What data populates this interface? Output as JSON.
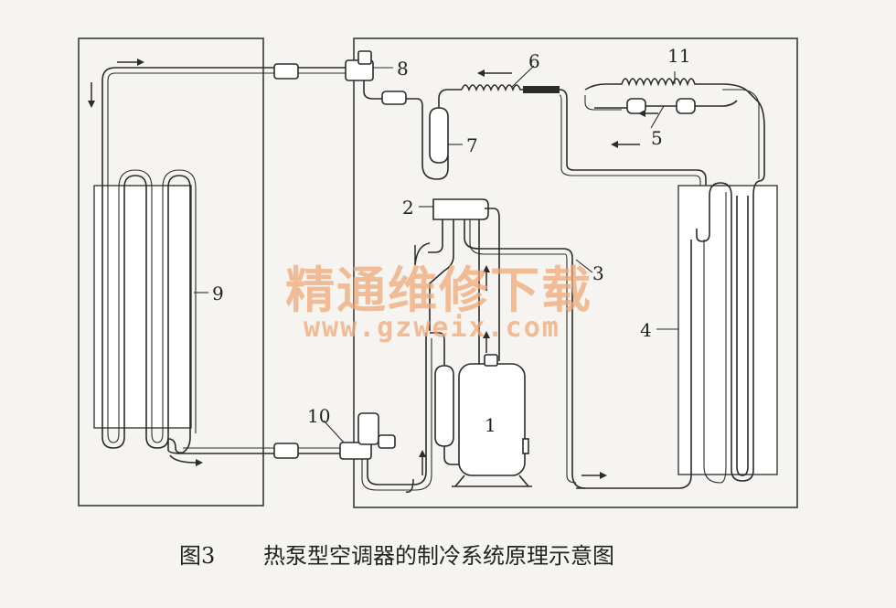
{
  "labels": {
    "n1": "1",
    "n2": "2",
    "n3": "3",
    "n4": "4",
    "n5": "5",
    "n6": "6",
    "n7": "7",
    "n8": "8",
    "n9": "9",
    "n10": "10",
    "n11": "11"
  },
  "watermark": {
    "line1": "精通维修下载",
    "line2": "www.gzweix.com"
  },
  "caption": {
    "figure_no": "图3",
    "title": "热泵型空调器的制冷系统原理示意图"
  }
}
